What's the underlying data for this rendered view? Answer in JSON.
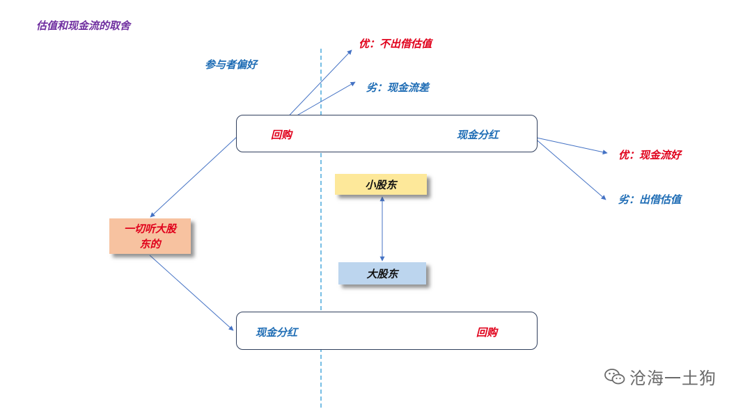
{
  "title": "估值和现金流的取舍",
  "preference_label": "参与者偏好",
  "buyback_branch": {
    "advantage": "优：不出借估值",
    "disadvantage": "劣：现金流差"
  },
  "dividend_branch": {
    "advantage": "优：现金流好",
    "disadvantage": "劣：出借估值"
  },
  "top_box": {
    "left": "回购",
    "right": "现金分红"
  },
  "bottom_box": {
    "left": "现金分红",
    "right": "回购"
  },
  "small_shareholder": "小股东",
  "big_shareholder": "大股东",
  "decider": {
    "line1": "一切听大股",
    "line2": "东的"
  },
  "watermark": "沧海一土狗",
  "colors": {
    "title": "#7030a0",
    "blue_text": "#1f6db5",
    "red_text": "#e0001b",
    "arrow": "#4472c4",
    "divider": "#2e9bd6",
    "small_shareholder_fill": "#fde89a",
    "big_shareholder_fill": "#bcd5ee",
    "decider_fill": "#f7c2a0"
  }
}
